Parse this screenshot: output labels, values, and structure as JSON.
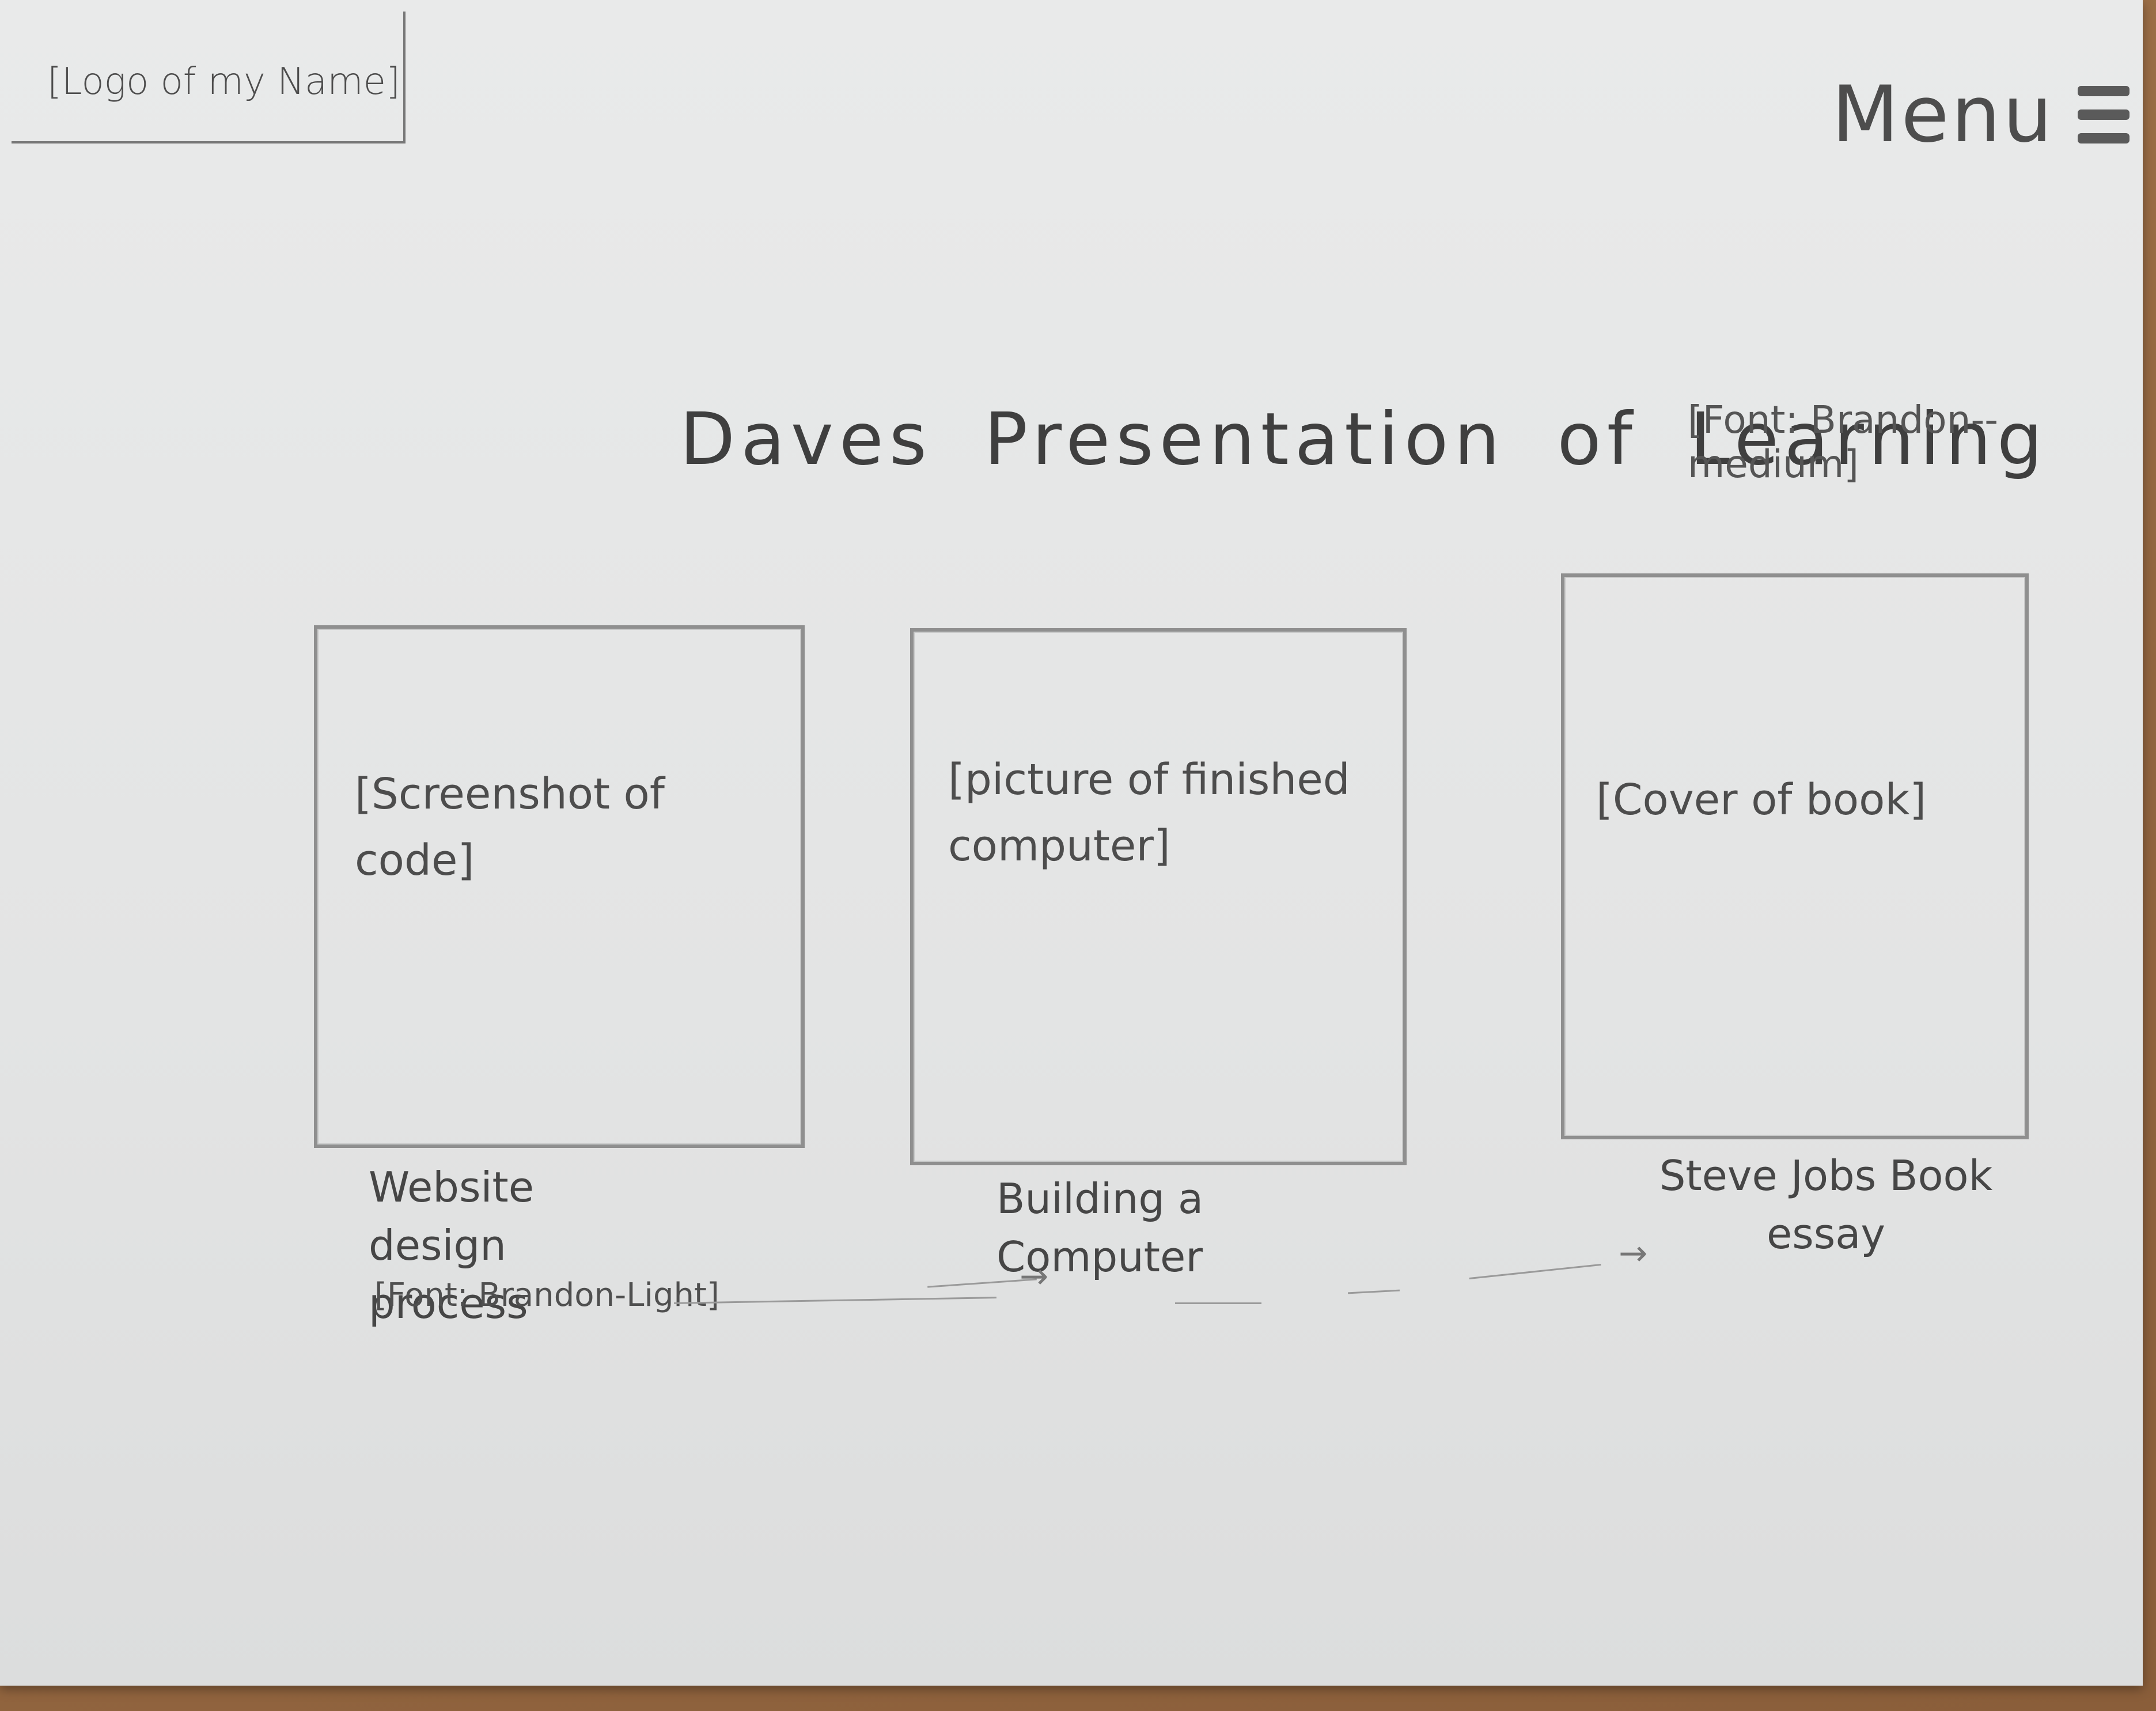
{
  "logo": {
    "label": "[Logo of my Name]"
  },
  "menu": {
    "label": "Menu",
    "icon": "hamburger-icon"
  },
  "title": {
    "text": "Daves Presentation of Learning",
    "font_note": "[Font: Brandon--medium]"
  },
  "cards": [
    {
      "placeholder": "[Screenshot of code]",
      "caption": "Website design process"
    },
    {
      "placeholder": "[picture of finished computer]",
      "caption": "Building a Computer"
    },
    {
      "placeholder": "[Cover of book]",
      "caption": "Steve Jobs Book essay"
    }
  ],
  "caption_font_note": "[Font: Brandon-Light]"
}
